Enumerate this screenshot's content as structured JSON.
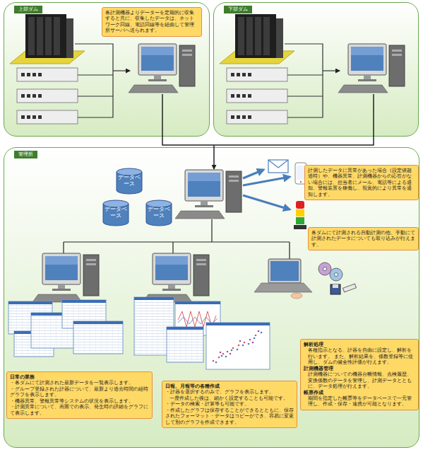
{
  "diagram": {
    "nodes": [
      {
        "text": [
          "上部ダム"
        ]
      },
      {
        "text": [
          "各計測機器よりデーターを定期的に収集すると共に、収集したデータは、ネットワーク回線、電話回線等を経由して管理所サーバへ送られます。"
        ],
        "in": 0
      },
      {
        "text": [
          "下部ダム"
        ]
      },
      {
        "text": [
          "管理所"
        ]
      },
      {
        "text": [
          "データベース"
        ],
        "in": 3
      },
      {
        "text": [
          "データベース"
        ],
        "in": 3
      },
      {
        "text": [
          "データベース"
        ],
        "in": 3
      },
      {
        "text": [
          "計測したデータに異常があった場合（設定値超過時）や、機器異常、計測機器からの応答がない場合には、担当者にメール、電話等による通知、警報装置を稼働し、視覚的により異常を通知します。"
        ],
        "in": 3
      },
      {
        "text": [
          "各ダムにて計測される自動計測の他、手動にて計測されたデータについても取り込みが行えます。"
        ],
        "in": 3
      },
      {
        "text": [
          "日常の業務",
          "・各ダムにて計測された最新データを一覧表示します。",
          "・グループ登録された計器について、最新より過去時間の経時グラフを表示します。",
          "・機器異常、警報異常等システムの状況を表示します。",
          "・計測異常について、画面での表示、発生時の詳細をグラフにて表示します。"
        ],
        "in": 3
      },
      {
        "text": [
          "日報、月報等の各種作成",
          "・計器を選択するのみで、グラフを表示します。",
          "一度作成した後は、細かく設定することも可能です。",
          "・データの検索・計算等も可能です。",
          "・作成したグラフは保存することができるとともに、保存されたフォーマット・データはコピーができ、容易に変更して別のグラフを作成できます。"
        ],
        "in": 3
      },
      {
        "text": [
          "解析処理",
          "各種指示となる、計器を自由に設定し、解析を行います。 また、解析結果を、係数登録等に使用し、ダムの健全性評価が行えます。",
          "計測機器管理",
          "計測機器についての機器台帳情報、点検履歴、変換係数のデータを管理し、計測データとともに、データ処理が行えます。",
          "帳票作成",
          "期間を指定した帳票等をデータベースで一元管理し、作成・保存・連携が可能となります。"
        ],
        "in": 3
      }
    ]
  }
}
